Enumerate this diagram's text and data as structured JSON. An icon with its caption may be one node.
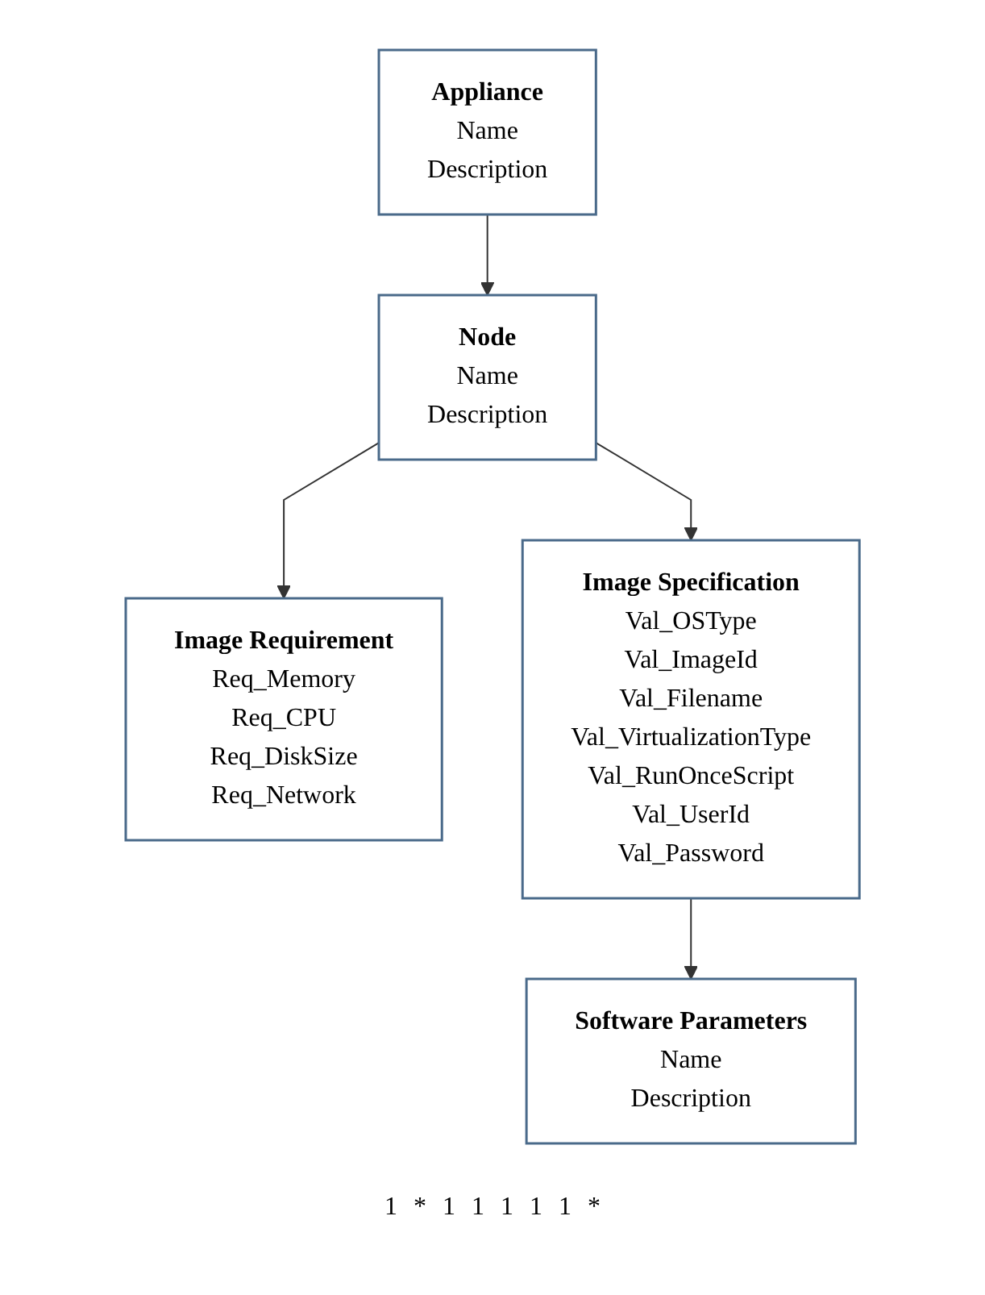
{
  "diagram": {
    "nodes": [
      {
        "text": [
          "Appliance",
          "Name",
          "Description"
        ]
      },
      {
        "text": [
          "Node",
          "Name",
          "Description"
        ]
      },
      {
        "text": [
          "Image Requirement",
          "Req_Memory",
          "Req_CPU",
          "Req_DiskSize",
          "Req_Network"
        ]
      },
      {
        "text": [
          "Image Specification",
          "Val_OSType",
          "Val_ImageId",
          "Val_Filename",
          "Val_VirtualizationType",
          "Val_RunOnceScript",
          "Val_UserId",
          "Val_Password"
        ]
      },
      {
        "text": [
          "Software Parameters",
          "Name",
          "Description"
        ]
      }
    ],
    "edges": [
      {
        "from": 0,
        "to": 1,
        "arrow": "to"
      },
      {
        "from": 1,
        "to": 2,
        "arrow": "to"
      },
      {
        "from": 1,
        "to": 3,
        "arrow": "to"
      },
      {
        "from": 3,
        "to": 4,
        "arrow": "to"
      }
    ],
    "labels": [
      "1",
      "*",
      "1",
      "1",
      "1",
      "1",
      "1",
      "*"
    ]
  }
}
